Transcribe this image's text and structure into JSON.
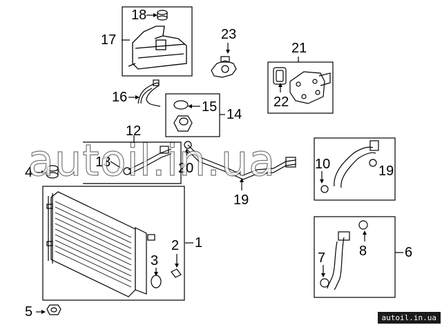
{
  "labels": {
    "l1": "1",
    "l2": "2",
    "l3": "3",
    "l4": "4",
    "l5": "5",
    "l6": "6",
    "l7": "7",
    "l8": "8",
    "l10": "10",
    "l12": "12",
    "l13": "13",
    "l14": "14",
    "l15": "15",
    "l16": "16",
    "l17": "17",
    "l18": "18",
    "l19a": "19",
    "l19b": "19",
    "l20": "20",
    "l21": "21",
    "l22": "22",
    "l23": "23"
  },
  "watermark": "autoil.in.ua",
  "footer_tag": "autoil.in.ua"
}
